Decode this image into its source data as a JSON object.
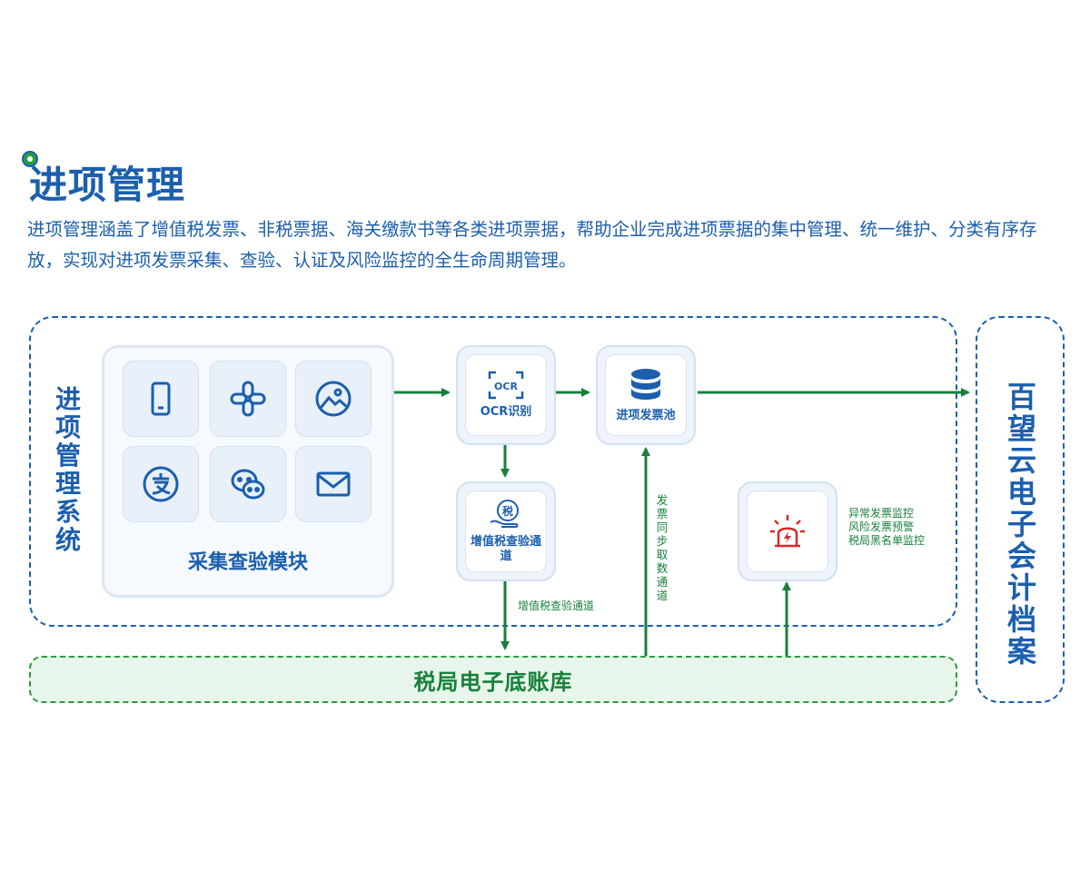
{
  "header": {
    "title": "进项管理",
    "description": "进项管理涵盖了增值税发票、非税票据、海关缴款书等各类进项票据，帮助企业完成进项票据的集中管理、统一维护、分类有序存放，实现对进项发票采集、查验、认证及风险监控的全生命周期管理。"
  },
  "diagram": {
    "system_label": "进项管理系统",
    "collection_module": {
      "label": "采集查验模块",
      "icons": [
        "phone-icon",
        "scanner-icon",
        "image-icon",
        "alipay-icon",
        "wechat-icon",
        "mail-icon"
      ]
    },
    "ocr": {
      "icon_text": "OCR",
      "label": "OCR识别"
    },
    "pool": {
      "label": "进项发票池"
    },
    "tax_check": {
      "icon_text": "税",
      "label": "增值税查验通道"
    },
    "alarm": {
      "lines": [
        "异常发票监控",
        "风险发票预警",
        "税局黑名单监控"
      ]
    },
    "archive_label": "百望云电子会计档案",
    "ledger_label": "税局电子底账库",
    "edge_labels": {
      "tax_check_channel": "增值税查验通道",
      "sync_channel": "发票同步取数通道"
    }
  },
  "colors": {
    "brand_blue": "#1b5fae",
    "accent_green": "#17813a",
    "alarm_red": "#d52b2b"
  }
}
